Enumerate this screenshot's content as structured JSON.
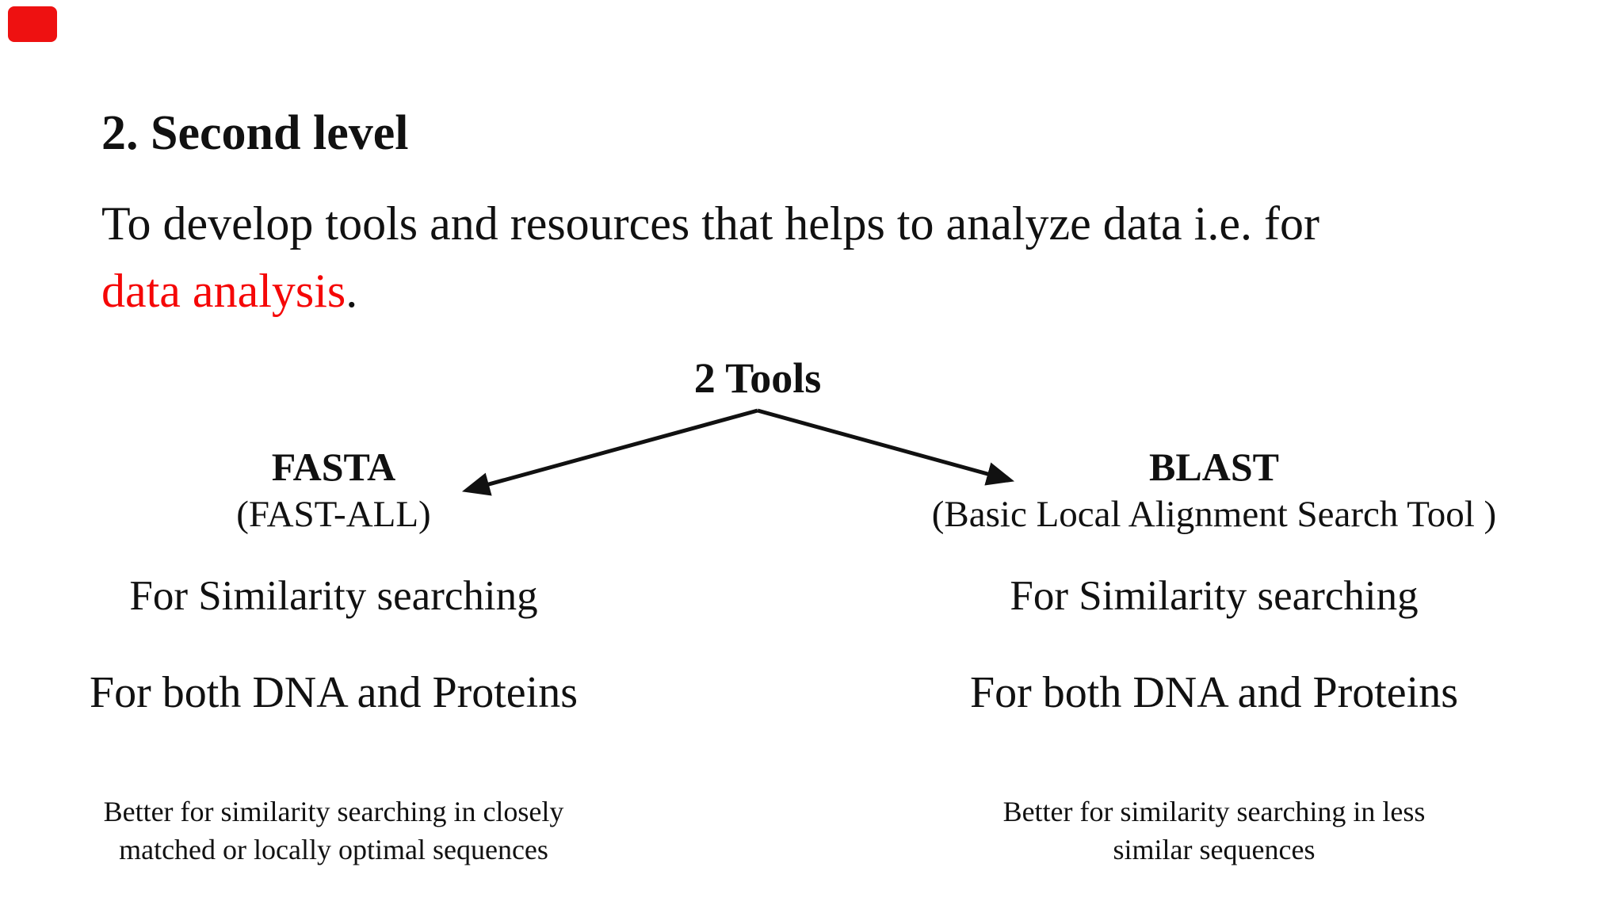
{
  "slide": {
    "background": "#ffffff",
    "ink": "#111111",
    "accent_red": "#f50707",
    "corner_decoration_color": "#ee1111",
    "title": "2. Second level",
    "body": {
      "line1": "To develop tools and resources that helps to analyze data i.e. for",
      "highlight": "data analysis",
      "after_highlight": "."
    },
    "diagram": {
      "root_label": "2 Tools",
      "left": {
        "name": "FASTA",
        "expansion": "(FAST-ALL)",
        "feature1": "For Similarity searching",
        "feature2": "For both DNA and Proteins",
        "note_line1": "Better for similarity searching in closely",
        "note_line2": "matched or locally optimal sequences"
      },
      "right": {
        "name": "BLAST",
        "expansion": "(Basic Local Alignment Search Tool )",
        "feature1": "For Similarity searching",
        "feature2": "For both DNA and Proteins",
        "note_line1": "Better for similarity searching in less",
        "note_line2": "similar sequences"
      }
    }
  }
}
